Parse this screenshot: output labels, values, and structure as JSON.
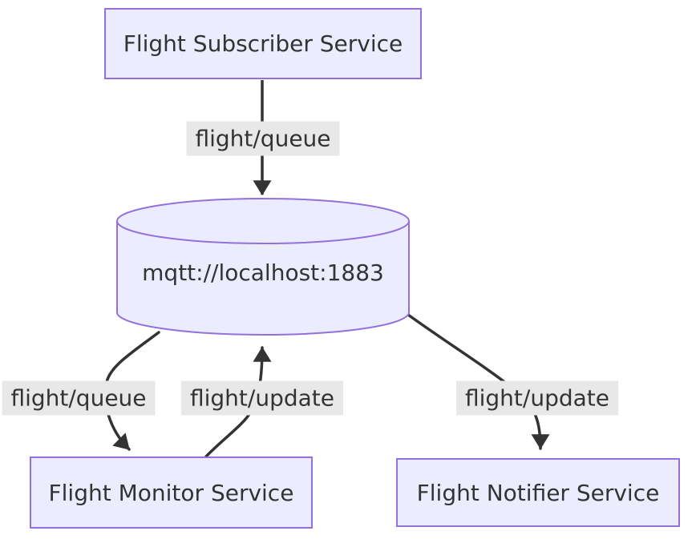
{
  "diagram": {
    "type": "flowchart",
    "background_color": "#ffffff",
    "colors": {
      "node_fill": "#ECECFF",
      "node_border": "#9370DB",
      "text": "#333333",
      "edge": "#333333",
      "edge_label_background": "#e8e8e8"
    },
    "nodes": {
      "subscriber": {
        "label": "Flight Subscriber Service",
        "shape": "rectangle"
      },
      "broker": {
        "label": "mqtt://localhost:1883",
        "shape": "cylinder"
      },
      "monitor": {
        "label": "Flight Monitor Service",
        "shape": "rectangle"
      },
      "notifier": {
        "label": "Flight Notifier Service",
        "shape": "rectangle"
      }
    },
    "edges": [
      {
        "from": "subscriber",
        "to": "broker",
        "label": "flight/queue"
      },
      {
        "from": "broker",
        "to": "monitor",
        "label": "flight/queue"
      },
      {
        "from": "monitor",
        "to": "broker",
        "label": "flight/update"
      },
      {
        "from": "broker",
        "to": "notifier",
        "label": "flight/update"
      }
    ]
  }
}
